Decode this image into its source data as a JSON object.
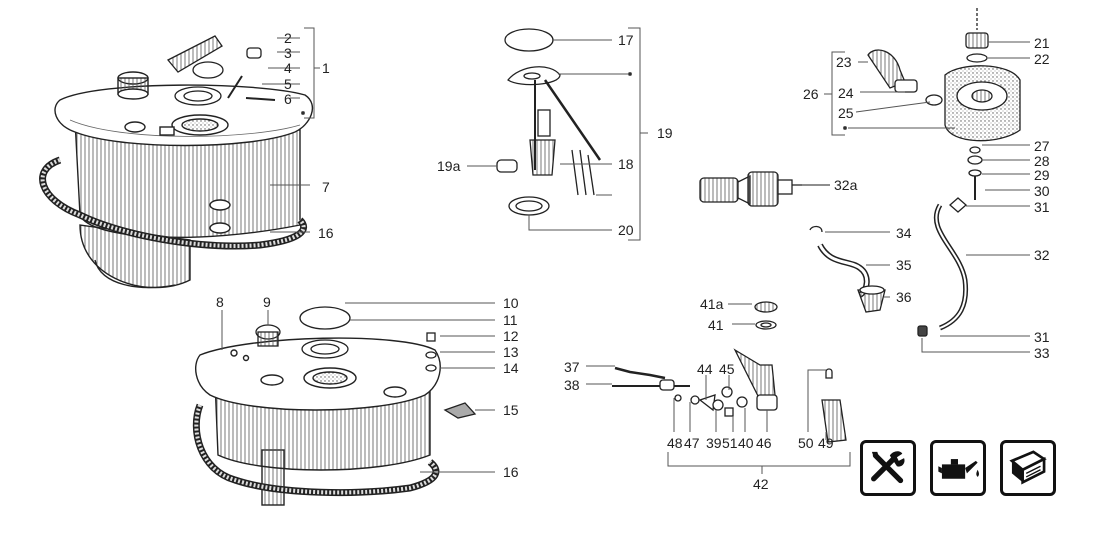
{
  "labels": {
    "l1": "1",
    "l2": "2",
    "l3": "3",
    "l4": "4",
    "l5": "5",
    "l6": "6",
    "l7": "7",
    "l8": "8",
    "l9": "9",
    "l10": "10",
    "l11": "11",
    "l12": "12",
    "l13": "13",
    "l14": "14",
    "l15": "15",
    "l16a": "16",
    "l16b": "16",
    "l17": "17",
    "l18": "18",
    "l19": "19",
    "l19a": "19a",
    "l20": "20",
    "l21": "21",
    "l22": "22",
    "l23": "23",
    "l24": "24",
    "l25": "25",
    "l26": "26",
    "l27": "27",
    "l28": "28",
    "l29": "29",
    "l30": "30",
    "l31a": "31",
    "l31b": "31",
    "l32": "32",
    "l32a": "32a",
    "l33": "33",
    "l34": "34",
    "l35": "35",
    "l36": "36",
    "l37": "37",
    "l38": "38",
    "l41a": "41a",
    "l41": "41",
    "l42": "42",
    "l44": "44",
    "l45": "45",
    "l46": "46",
    "l48": "48",
    "l47": "47",
    "l39": "39",
    "l51": "51",
    "l40": "40",
    "l50": "50",
    "l49": "49"
  },
  "icons": [
    "tools-icon",
    "oil-can-icon",
    "manual-book-icon"
  ]
}
